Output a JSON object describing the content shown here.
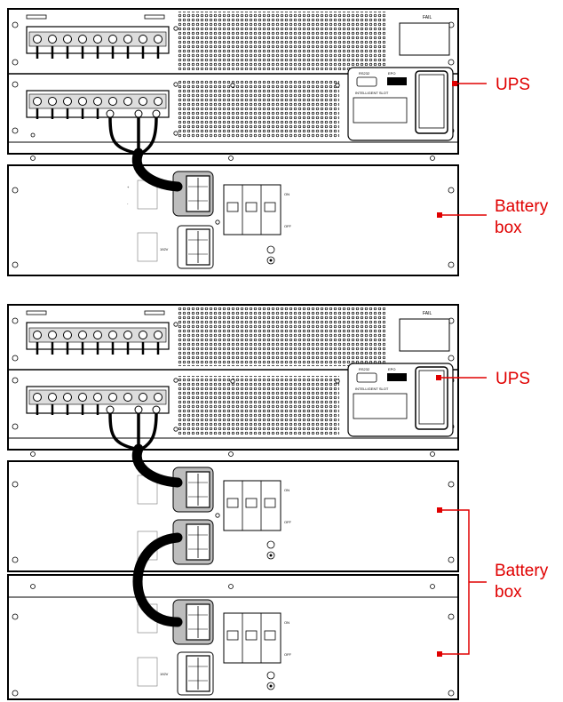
{
  "panel_text": {
    "fail": "FAIL",
    "rs232": "RS232",
    "epo": "EPO",
    "intelligent_slot": "INTELLIGENT SLOT",
    "on": "ON",
    "off": "OFF",
    "voltage": "192V",
    "dc_pos": "+",
    "dc_neg": "-"
  },
  "callouts": {
    "top_ups": "UPS",
    "top_battery_line1": "Battery",
    "top_battery_line2": "box",
    "bottom_ups": "UPS",
    "bottom_battery_line1": "Battery",
    "bottom_battery_line2": "box"
  },
  "colors": {
    "callout": "#e00000",
    "line": "#000000",
    "cable": "#000000",
    "panel_gray": "#bdbdbd"
  }
}
